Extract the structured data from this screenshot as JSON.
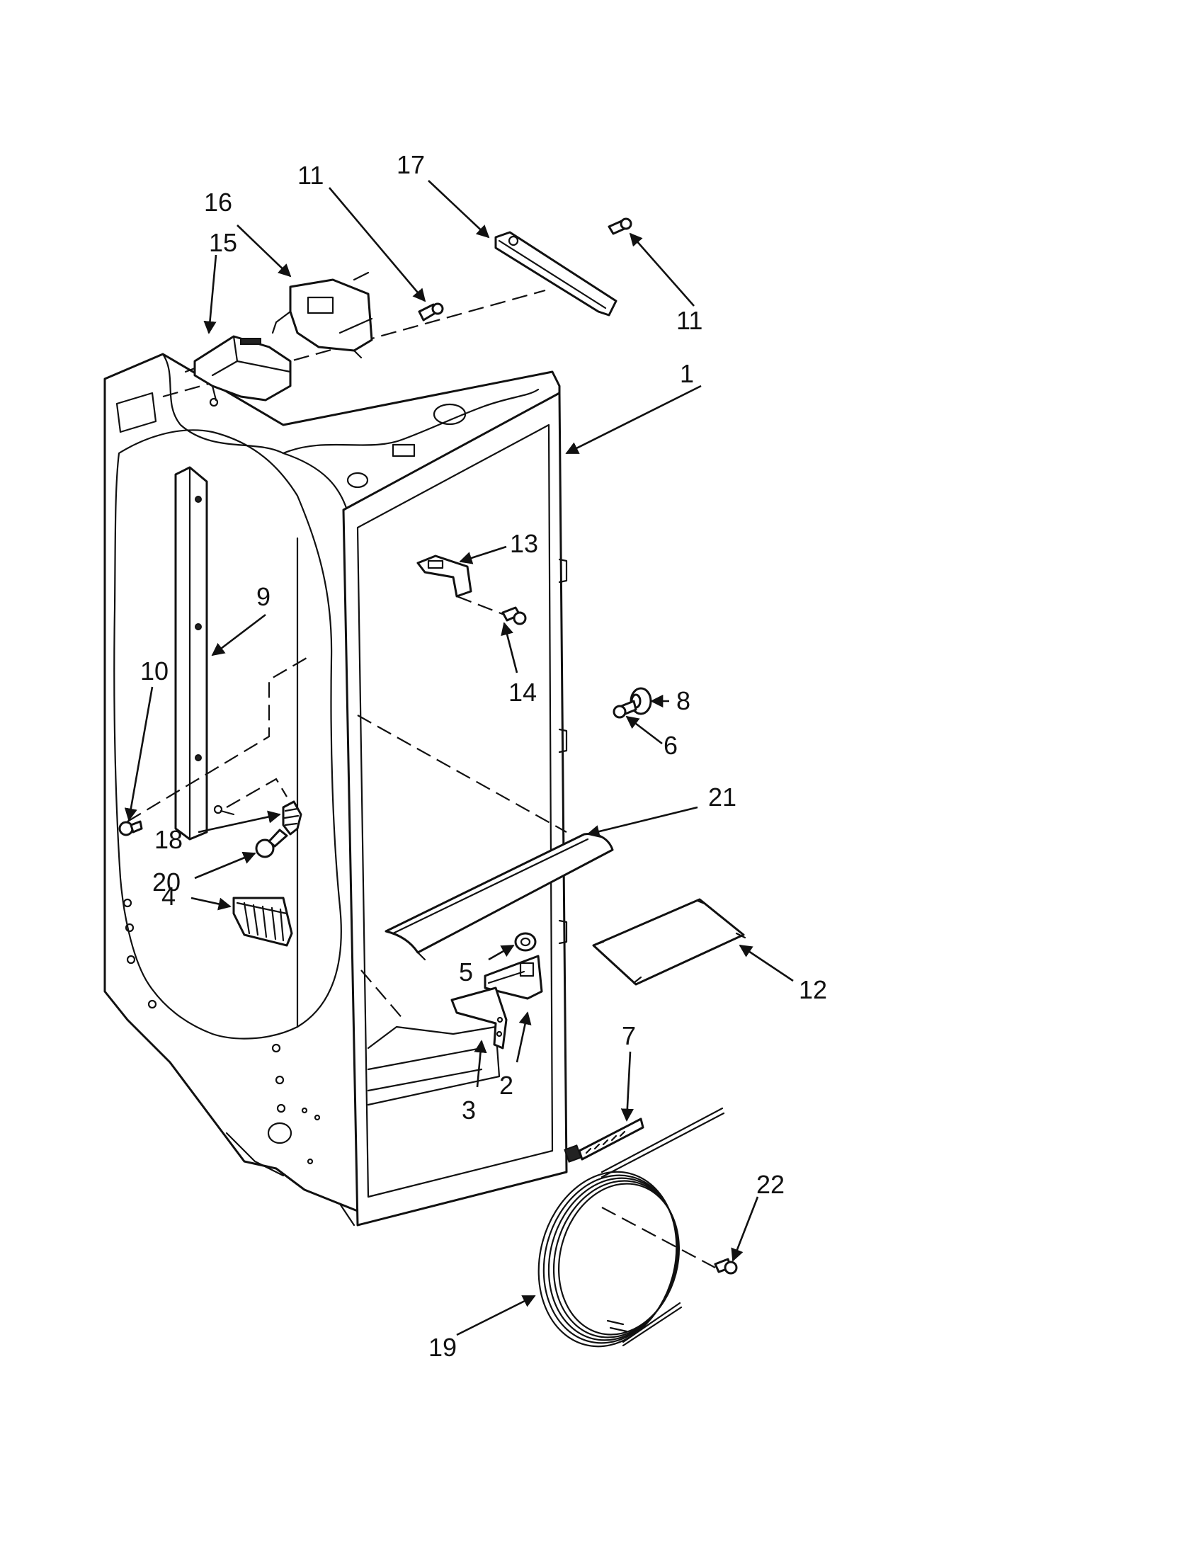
{
  "colors": {
    "line": "#111111",
    "background": "#ffffff"
  },
  "callouts": [
    {
      "id": "c1",
      "label": "1"
    },
    {
      "id": "c2",
      "label": "2"
    },
    {
      "id": "c3",
      "label": "3"
    },
    {
      "id": "c4",
      "label": "4"
    },
    {
      "id": "c5",
      "label": "5"
    },
    {
      "id": "c6",
      "label": "6"
    },
    {
      "id": "c7",
      "label": "7"
    },
    {
      "id": "c8",
      "label": "8"
    },
    {
      "id": "c9",
      "label": "9"
    },
    {
      "id": "c10",
      "label": "10"
    },
    {
      "id": "c11a",
      "label": "11"
    },
    {
      "id": "c11b",
      "label": "11"
    },
    {
      "id": "c12",
      "label": "12"
    },
    {
      "id": "c13",
      "label": "13"
    },
    {
      "id": "c14",
      "label": "14"
    },
    {
      "id": "c15",
      "label": "15"
    },
    {
      "id": "c16",
      "label": "16"
    },
    {
      "id": "c17",
      "label": "17"
    },
    {
      "id": "c18",
      "label": "18"
    },
    {
      "id": "c19",
      "label": "19"
    },
    {
      "id": "c20",
      "label": "20"
    },
    {
      "id": "c21",
      "label": "21"
    },
    {
      "id": "c22",
      "label": "22"
    }
  ]
}
